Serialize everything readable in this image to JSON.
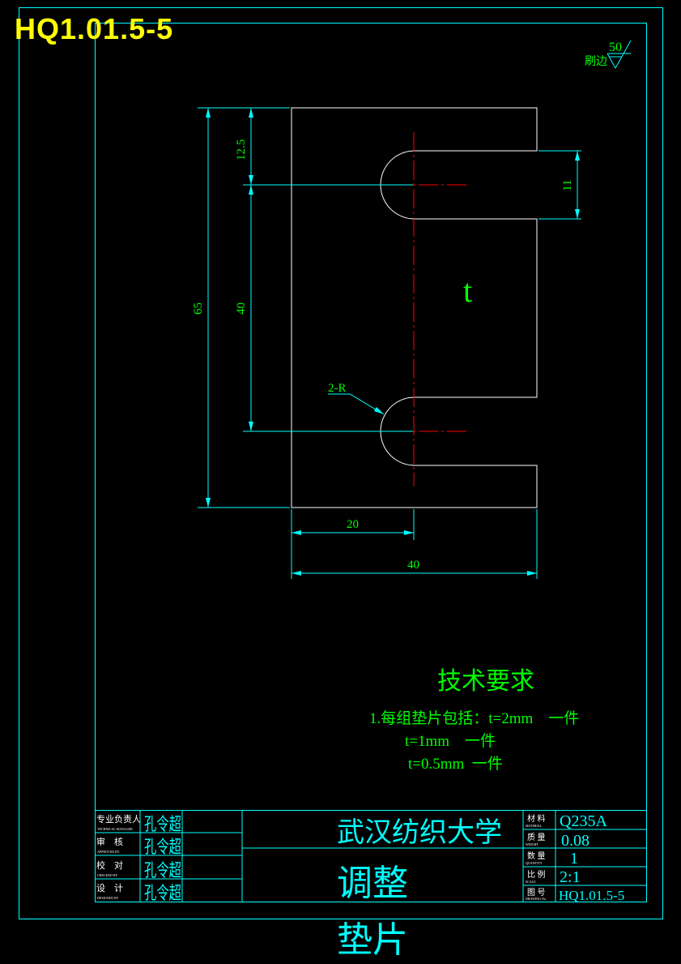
{
  "drawing_number_header": "HQ1.01.5-5",
  "surface_finish": {
    "value": "50",
    "label": "刷边"
  },
  "colors": {
    "background": "#000000",
    "frame": "#00ffff",
    "part": "#ffffff",
    "dimension": "#00ffff",
    "dim_text": "#00ff00",
    "center_line": "#ff0000",
    "header_text": "#ffff00",
    "title_text": "#00ffff",
    "block_value_text": "#00ffff"
  },
  "dimensions": {
    "overall_height": "65",
    "slot_offset_top": "12.5",
    "slot_spacing": "40",
    "slot_width": "11",
    "slot_depth": "20",
    "overall_width": "40",
    "radius_note": "2-R",
    "thickness_symbol": "t"
  },
  "technical_requirements": {
    "title": "技术要求",
    "lines": [
      "1.每组垫片包括：t=2mm    一件",
      "t=1mm    一件",
      "t=0.5mm  一件"
    ]
  },
  "title_block": {
    "rows": [
      {
        "role": "专业负责人",
        "role_en": "TECHNICAL MANAGER",
        "name": "孔令超"
      },
      {
        "role": "审    核",
        "role_en": "APPROVED BY",
        "name": "孔令超"
      },
      {
        "role": "校    对",
        "role_en": "CHECKED BY",
        "name": "孔令超"
      },
      {
        "role": "设    计",
        "role_en": "DESIGNED BY",
        "name": "孔令超"
      }
    ],
    "organization": "武汉纺织大学",
    "part_name_line1": "调整",
    "part_name_line2": "垫片",
    "properties": [
      {
        "label": "材 料",
        "label_en": "MATERIAL",
        "value": "Q235A"
      },
      {
        "label": "质 量",
        "label_en": "WEIGHT",
        "value": "0.08"
      },
      {
        "label": "数 量",
        "label_en": "QUANTITY",
        "value": "1"
      },
      {
        "label": "比 例",
        "label_en": "SCALE",
        "value": "2:1"
      },
      {
        "label": "图 号",
        "label_en": "DRAWING No.",
        "value": "HQ1.01.5-5"
      }
    ]
  }
}
